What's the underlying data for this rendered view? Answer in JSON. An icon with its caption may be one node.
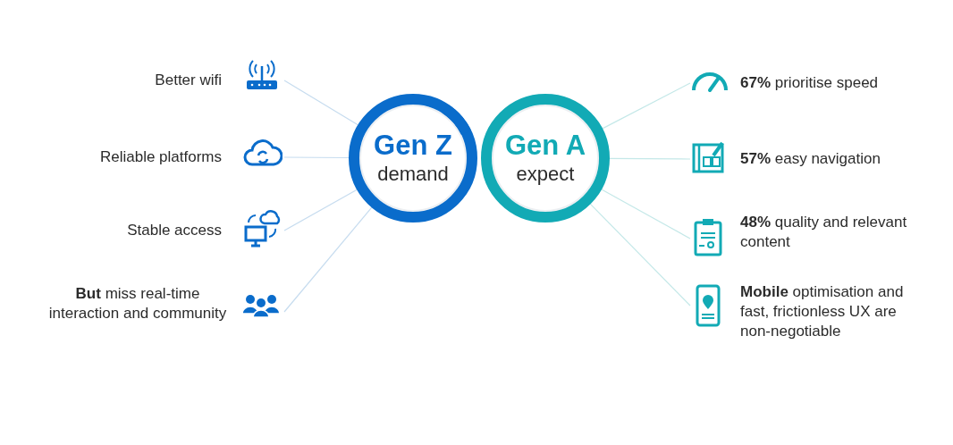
{
  "diagram": {
    "nodes": [
      {
        "text": [
          "Gen Z",
          "demand"
        ]
      },
      {
        "text": [
          "Gen A",
          "expect"
        ]
      },
      {
        "text": [
          "Better wifi"
        ]
      },
      {
        "text": [
          "Reliable platforms"
        ]
      },
      {
        "text": [
          "Stable access"
        ]
      },
      {
        "text": [
          "**But** miss real-time interaction and community"
        ]
      },
      {
        "text": [
          "**67%** prioritise speed"
        ]
      },
      {
        "text": [
          "**57%** easy navigation"
        ]
      },
      {
        "text": [
          "**48%** quality and relevant content"
        ]
      },
      {
        "text": [
          "**Mobile** optimisation and fast, frictionless UX are non-negotiable"
        ]
      }
    ],
    "edges": [
      {
        "from": 2,
        "to": 0,
        "arrow": "none"
      },
      {
        "from": 3,
        "to": 0,
        "arrow": "none"
      },
      {
        "from": 4,
        "to": 0,
        "arrow": "none"
      },
      {
        "from": 5,
        "to": 0,
        "arrow": "none"
      },
      {
        "from": 6,
        "to": 1,
        "arrow": "none",
        "color": "#c4e8e8"
      },
      {
        "from": 7,
        "to": 1,
        "arrow": "none",
        "color": "#c4e8e8"
      },
      {
        "from": 8,
        "to": 1,
        "arrow": "none",
        "color": "#c4e8e8"
      },
      {
        "from": 9,
        "to": 1,
        "arrow": "none",
        "color": "#c4e8e8"
      }
    ]
  }
}
